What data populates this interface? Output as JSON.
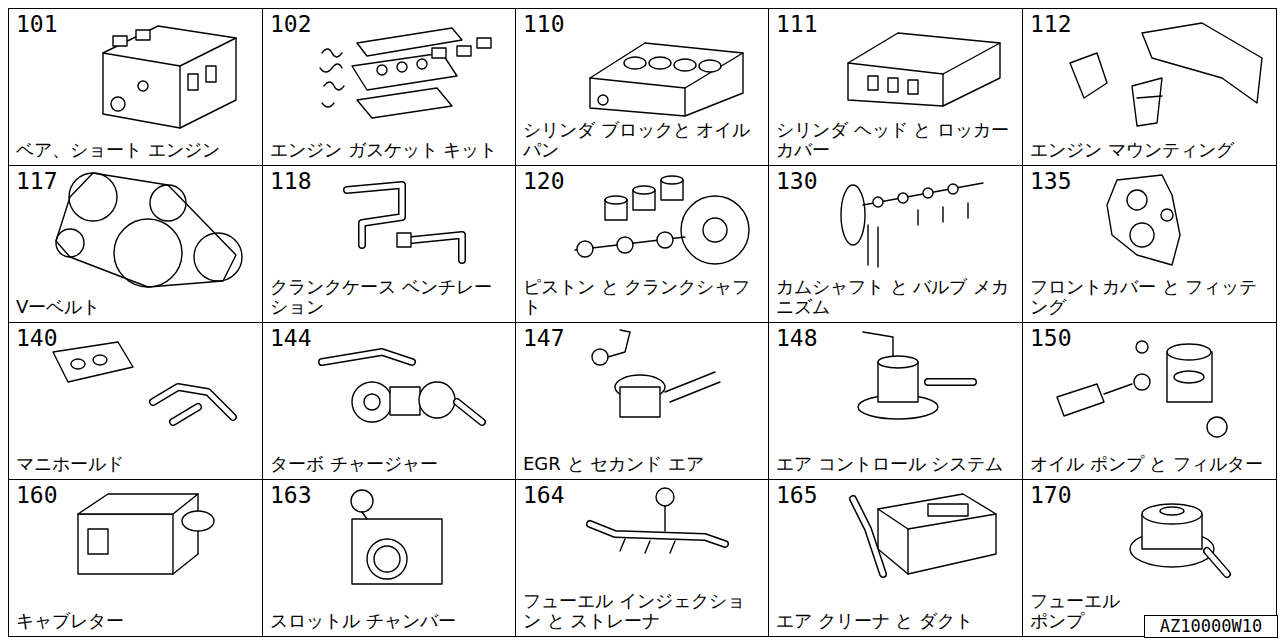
{
  "diagram": {
    "nodes": [
      {
        "text": [
          "101",
          "ベア、ショート エンジン"
        ]
      },
      {
        "text": [
          "102",
          "エンジン ガスケット キット"
        ]
      },
      {
        "text": [
          "110",
          "シリンダ ブロックと オイルパン"
        ]
      },
      {
        "text": [
          "111",
          "シリンダ ヘッド と ロッカー カバー"
        ]
      },
      {
        "text": [
          "112",
          "エンジン マウンティング"
        ]
      },
      {
        "text": [
          "117",
          "Vーベルト"
        ]
      },
      {
        "text": [
          "118",
          "クランクケース ベンチレーション"
        ]
      },
      {
        "text": [
          "120",
          "ピストン と クランクシャフト"
        ]
      },
      {
        "text": [
          "130",
          "カムシャフト と バルブ メカニズム"
        ]
      },
      {
        "text": [
          "135",
          "フロントカバー と フィッテング"
        ]
      },
      {
        "text": [
          "140",
          "マニホールド"
        ]
      },
      {
        "text": [
          "144",
          "ターボ チャージャー"
        ]
      },
      {
        "text": [
          "147",
          "EGR と セカンド エア"
        ]
      },
      {
        "text": [
          "148",
          "エア コントロール システム"
        ]
      },
      {
        "text": [
          "150",
          "オイル ポンプ と フィルター"
        ]
      },
      {
        "text": [
          "160",
          "キャブレター"
        ]
      },
      {
        "text": [
          "163",
          "スロットル チャンバー"
        ]
      },
      {
        "text": [
          "164",
          "フューエル インジェクション と ストレーナ"
        ]
      },
      {
        "text": [
          "165",
          "エア クリーナ と ダクト"
        ]
      },
      {
        "text": [
          "170",
          "フューエル ポンプ"
        ]
      },
      {
        "text": [
          "AZ10000W10"
        ],
        "in": 19
      }
    ]
  }
}
